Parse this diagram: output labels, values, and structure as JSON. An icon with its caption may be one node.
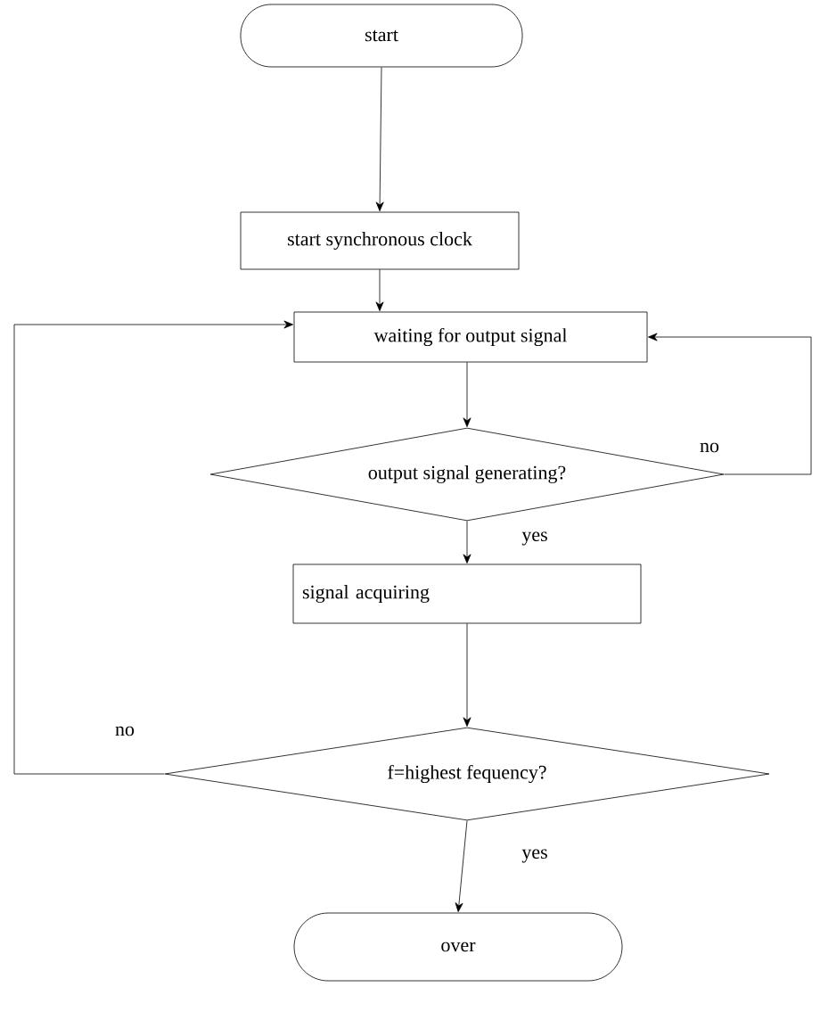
{
  "diagram": {
    "nodes": [
      {
        "text": [
          "start"
        ]
      },
      {
        "text": [
          "start synchronous clock"
        ]
      },
      {
        "text": [
          "waiting for output signal"
        ]
      },
      {
        "text": [
          "output signal generating?"
        ]
      },
      {
        "text": [
          "signal acquiring"
        ]
      },
      {
        "text": [
          "f=highest fequency?"
        ]
      },
      {
        "text": [
          "over"
        ]
      }
    ],
    "edges": [
      {
        "from": 0,
        "to": 1,
        "arrow": "to"
      },
      {
        "from": 1,
        "to": 2,
        "arrow": "to"
      },
      {
        "from": 2,
        "to": 3,
        "arrow": "to"
      },
      {
        "from": 3,
        "to": 4,
        "arrow": "to",
        "label": "yes"
      },
      {
        "from": 3,
        "to": 2,
        "arrow": "to",
        "label": "no"
      },
      {
        "from": 4,
        "to": 5,
        "arrow": "to"
      },
      {
        "from": 5,
        "to": 2,
        "arrow": "to",
        "label": "no"
      },
      {
        "from": 5,
        "to": 6,
        "arrow": "to",
        "label": "yes"
      }
    ]
  }
}
